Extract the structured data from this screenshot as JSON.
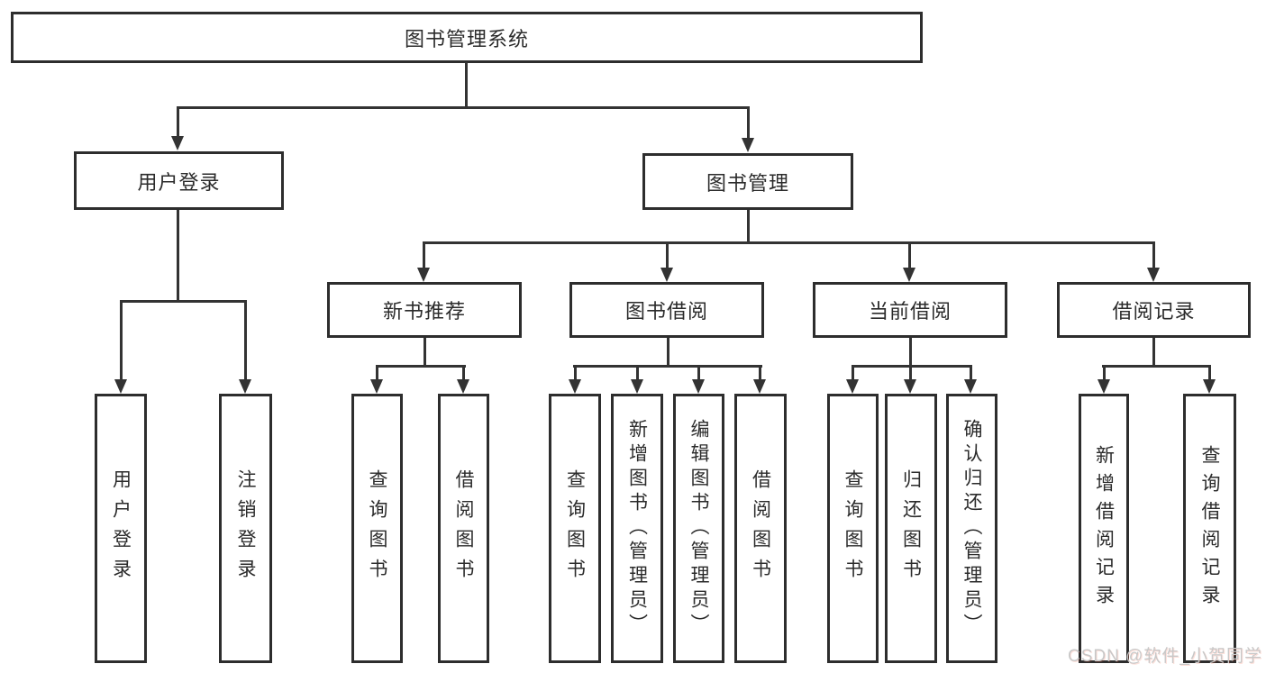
{
  "tree": {
    "label": "图书管理系统",
    "children": [
      {
        "label": "用户登录",
        "children": [
          {
            "label": "用户登录"
          },
          {
            "label": "注销登录"
          }
        ]
      },
      {
        "label": "图书管理",
        "children": [
          {
            "label": "新书推荐",
            "children": [
              {
                "label": "查询图书"
              },
              {
                "label": "借阅图书"
              }
            ]
          },
          {
            "label": "图书借阅",
            "children": [
              {
                "label": "查询图书"
              },
              {
                "label": "新增图书（管理员）"
              },
              {
                "label": "编辑图书（管理员）"
              },
              {
                "label": "借阅图书"
              }
            ]
          },
          {
            "label": "当前借阅",
            "children": [
              {
                "label": "查询图书"
              },
              {
                "label": "归还图书"
              },
              {
                "label": "确认归还（管理员）"
              }
            ]
          },
          {
            "label": "借阅记录",
            "children": [
              {
                "label": "新增借阅记录"
              },
              {
                "label": "查询借阅记录"
              }
            ]
          }
        ]
      }
    ]
  },
  "watermark": {
    "text": "CSDN @软件_小贺同学"
  },
  "colors": {
    "background": "#ffffff",
    "line": "#333333",
    "box_border": "#2d2d2d",
    "text": "#2b2b2b",
    "watermark": "#c8c8c8"
  }
}
